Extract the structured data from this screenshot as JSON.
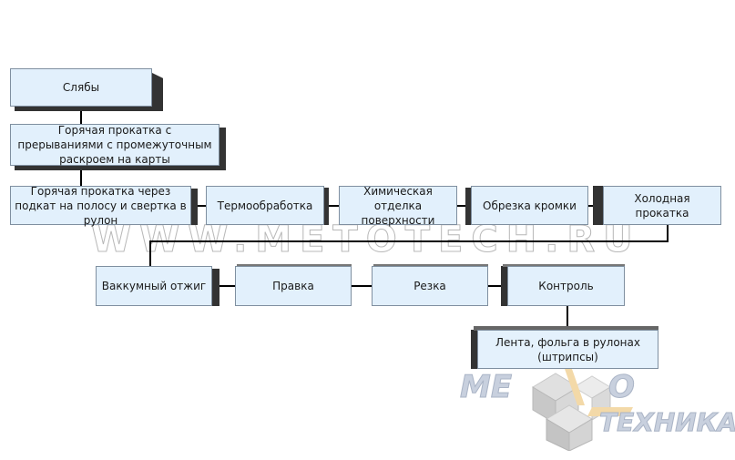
{
  "diagram": {
    "watermark": "WWW.METOTECH.RU",
    "logo": {
      "top_left": "ME",
      "top_right": "O",
      "bottom": "ТЕХНИКА"
    },
    "nodes": [
      {
        "id": "slabs",
        "label": "Слябы"
      },
      {
        "id": "hot-rolling-interrupted",
        "label": "Горячая прокатка с прерываниями с промежуточным раскроем на карты"
      },
      {
        "id": "hot-rolling-coil",
        "label": "Горячая прокатка через подкат на  полосу и свертка в рулон"
      },
      {
        "id": "heat-treatment",
        "label": "Термообработка"
      },
      {
        "id": "chemical-finishing",
        "label": "Химическая отделка поверхности"
      },
      {
        "id": "edge-trimming",
        "label": "Обрезка кромки"
      },
      {
        "id": "cold-rolling",
        "label": "Холодная прокатка"
      },
      {
        "id": "vacuum-annealing",
        "label": "Ваккумный отжиг"
      },
      {
        "id": "straightening",
        "label": "Правка"
      },
      {
        "id": "cutting",
        "label": "Резка"
      },
      {
        "id": "inspection",
        "label": "Контроль"
      },
      {
        "id": "strip-foil",
        "label": "Лента, фольга в рулонах (штрипсы)"
      }
    ],
    "edges": [
      [
        "slabs",
        "hot-rolling-interrupted"
      ],
      [
        "hot-rolling-interrupted",
        "hot-rolling-coil"
      ],
      [
        "hot-rolling-coil",
        "heat-treatment"
      ],
      [
        "heat-treatment",
        "chemical-finishing"
      ],
      [
        "chemical-finishing",
        "edge-trimming"
      ],
      [
        "edge-trimming",
        "cold-rolling"
      ],
      [
        "cold-rolling",
        "vacuum-annealing"
      ],
      [
        "vacuum-annealing",
        "straightening"
      ],
      [
        "straightening",
        "cutting"
      ],
      [
        "cutting",
        "inspection"
      ],
      [
        "inspection",
        "strip-foil"
      ]
    ]
  }
}
